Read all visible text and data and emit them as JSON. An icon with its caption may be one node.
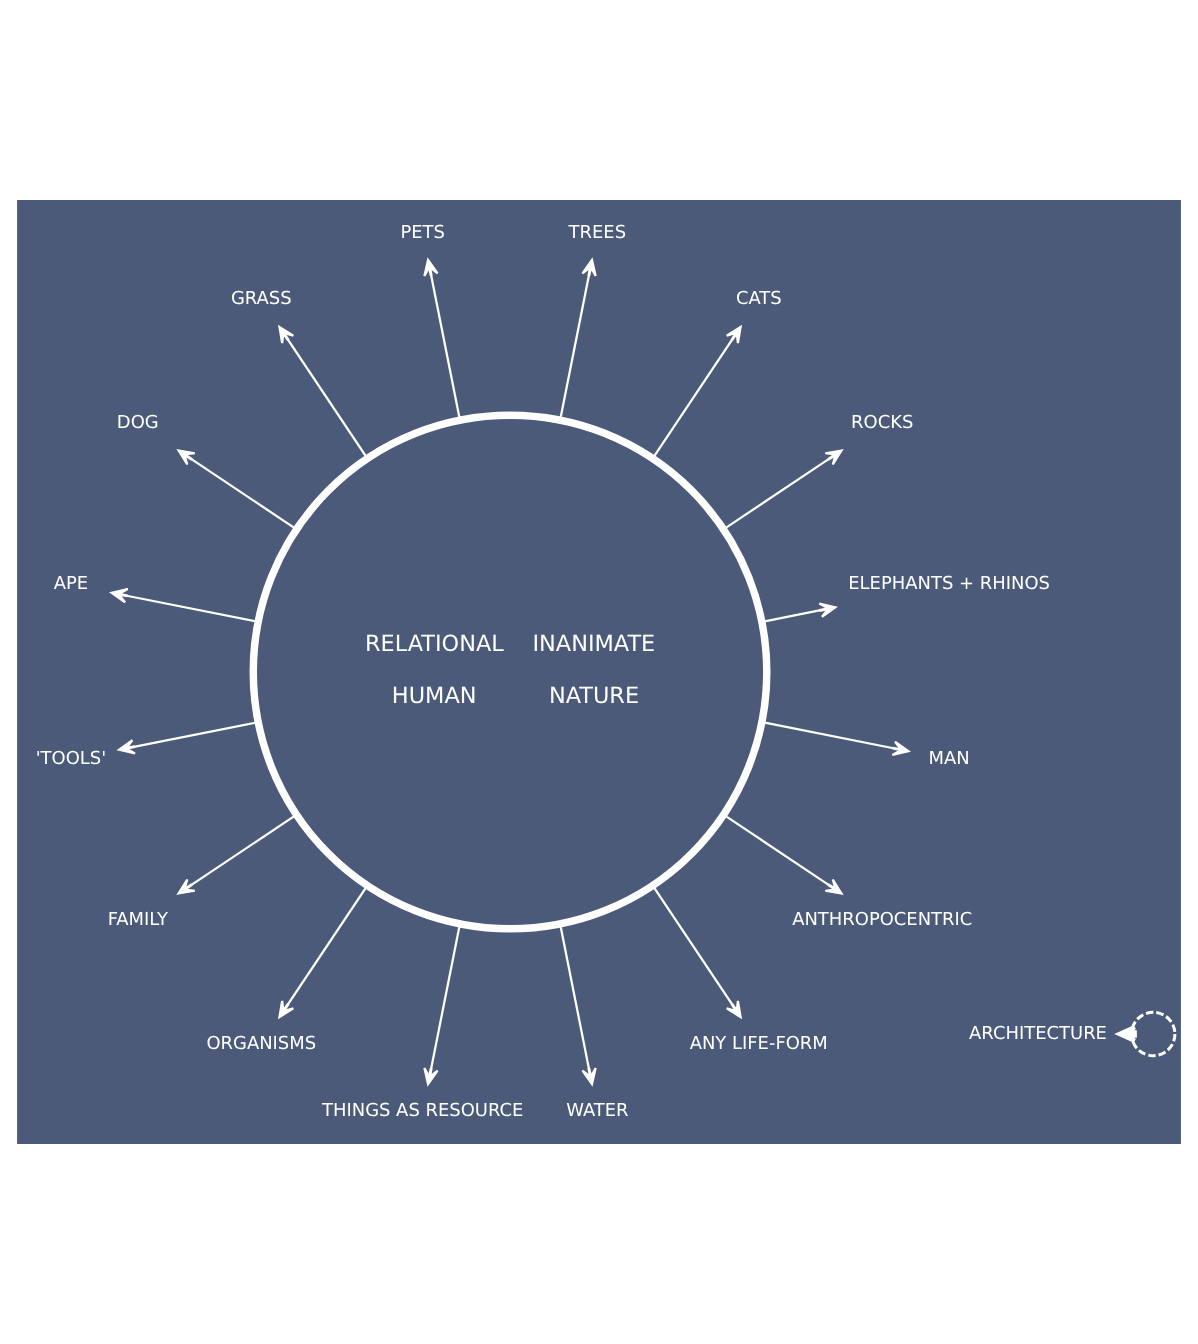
{
  "diagram": {
    "nodes": [
      {
        "text": [],
        "shape": "circle"
      },
      {
        "text": [
          "ELEPHANTS + RHINOS"
        ]
      },
      {
        "text": [
          "ROCKS"
        ]
      },
      {
        "text": [
          "CATS"
        ]
      },
      {
        "text": [
          "TREES"
        ]
      },
      {
        "text": [
          "PETS"
        ]
      },
      {
        "text": [
          "GRASS"
        ]
      },
      {
        "text": [
          "DOG"
        ]
      },
      {
        "text": [
          "RELATIONAL",
          "INANIMATE",
          "HUMAN",
          "NATURE"
        ]
      },
      {
        "text": [
          "APE"
        ]
      },
      {
        "text": [
          "'TOOLS'"
        ]
      },
      {
        "text": [
          "FAMILY"
        ]
      },
      {
        "text": [
          "ORGANISMS"
        ]
      },
      {
        "text": [
          "THINGS AS RESOURCE"
        ]
      },
      {
        "text": [
          "WATER"
        ]
      },
      {
        "text": [
          "ANY LIFE-FORM"
        ]
      },
      {
        "text": [
          "ANTHROPOCENTRIC"
        ]
      },
      {
        "text": [
          "MAN"
        ]
      },
      {
        "text": [
          "ARCHITECTURE"
        ]
      }
    ],
    "edges": [
      {
        "from": 8,
        "to": 1,
        "arrow": "to"
      },
      {
        "from": 8,
        "to": 2,
        "arrow": "to"
      },
      {
        "from": 8,
        "to": 3,
        "arrow": "to"
      },
      {
        "from": 8,
        "to": 4,
        "arrow": "to"
      },
      {
        "from": 8,
        "to": 5,
        "arrow": "to"
      },
      {
        "from": 8,
        "to": 6,
        "arrow": "to"
      },
      {
        "from": 8,
        "to": 7,
        "arrow": "to"
      },
      {
        "from": 8,
        "to": 9,
        "arrow": "to"
      },
      {
        "from": 8,
        "to": 10,
        "arrow": "to"
      },
      {
        "from": 8,
        "to": 11,
        "arrow": "to"
      },
      {
        "from": 8,
        "to": 12,
        "arrow": "to"
      },
      {
        "from": 8,
        "to": 13,
        "arrow": "to"
      },
      {
        "from": 8,
        "to": 14,
        "arrow": "to"
      },
      {
        "from": 8,
        "to": 15,
        "arrow": "to"
      },
      {
        "from": 8,
        "to": 16,
        "arrow": "to"
      },
      {
        "from": 8,
        "to": 17,
        "arrow": "to"
      },
      {
        "from": 0,
        "to": 18,
        "arrow": "to",
        "style": "dashed"
      }
    ]
  }
}
